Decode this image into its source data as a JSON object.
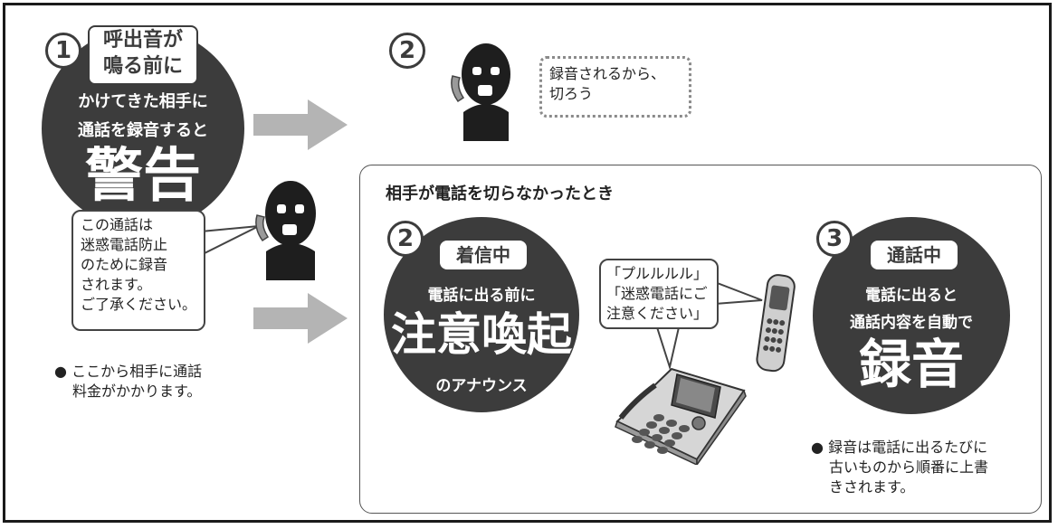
{
  "step1": {
    "number": "1",
    "tag_line1": "呼出音が",
    "tag_line2": "鳴る前に",
    "line1": "かけてきた相手に",
    "line2": "通話を録音すると",
    "big": "警告"
  },
  "announcement_bubble": {
    "line1": "この通話は",
    "line2": "迷惑電話防止",
    "line3": "のために録音",
    "line4": "されます。",
    "line5": "ご了承ください。"
  },
  "charge_note": {
    "bullet": "●",
    "line1": "ここから相手に通話",
    "line2": "料金がかかります。"
  },
  "step2_top": {
    "number": "2",
    "thought_line1": "録音されるから、",
    "thought_line2": "切ろう"
  },
  "panel": {
    "title": "相手が電話を切らなかったとき"
  },
  "step2_panel": {
    "number": "2",
    "tag": "着信中",
    "line1": "電話に出る前に",
    "big": "注意喚起",
    "line2": "のアナウンス"
  },
  "phone_bubble": {
    "line1": "「プルルルル」",
    "line2": "「迷惑電話にご",
    "line3": "注意ください」"
  },
  "step3": {
    "number": "3",
    "tag": "通話中",
    "line1": "電話に出ると",
    "line2": "通話内容を自動で",
    "big": "録音"
  },
  "record_note": {
    "bullet": "●",
    "line1": "録音は電話に出るたびに",
    "line2": "古いものから順番に上書",
    "line3": "きされます。"
  },
  "colors": {
    "dark": "#3c3c3c",
    "arrow": "#b4b4b4",
    "border": "#1a1a1a"
  }
}
